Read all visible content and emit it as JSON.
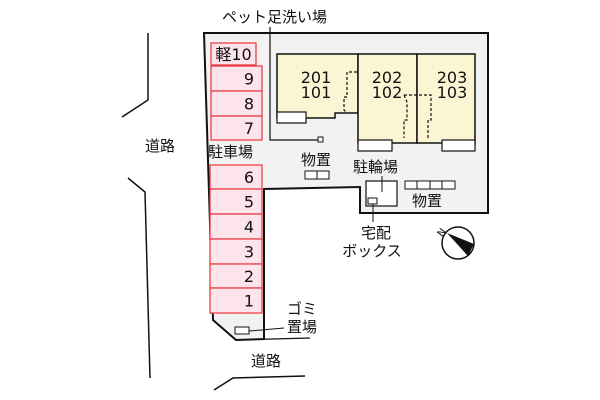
{
  "labels": {
    "pet_wash": "ペット足洗い場",
    "road_left": "道路",
    "road_bottom": "道路",
    "parking": "駐車場",
    "storage_center": "物置",
    "bicycle_parking": "駐輪場",
    "storage_right": "物置",
    "delivery_box_line1": "宅配",
    "delivery_box_line2": "ボックス",
    "garbage_line1": "ゴミ",
    "garbage_line2": "置場"
  },
  "parking_spaces": [
    "軽10",
    "9",
    "8",
    "7",
    "6",
    "5",
    "4",
    "3",
    "2",
    "1"
  ],
  "units": [
    {
      "upper": "201",
      "lower": "101"
    },
    {
      "upper": "202",
      "lower": "102"
    },
    {
      "upper": "203",
      "lower": "103"
    }
  ],
  "compass_icon": "north-arrow-icon",
  "colors": {
    "parking_fill": "#fde3ea",
    "parking_stroke": "#e8333c",
    "building_fill": "#fbf5d3",
    "site_fill": "#f2f2f2"
  }
}
